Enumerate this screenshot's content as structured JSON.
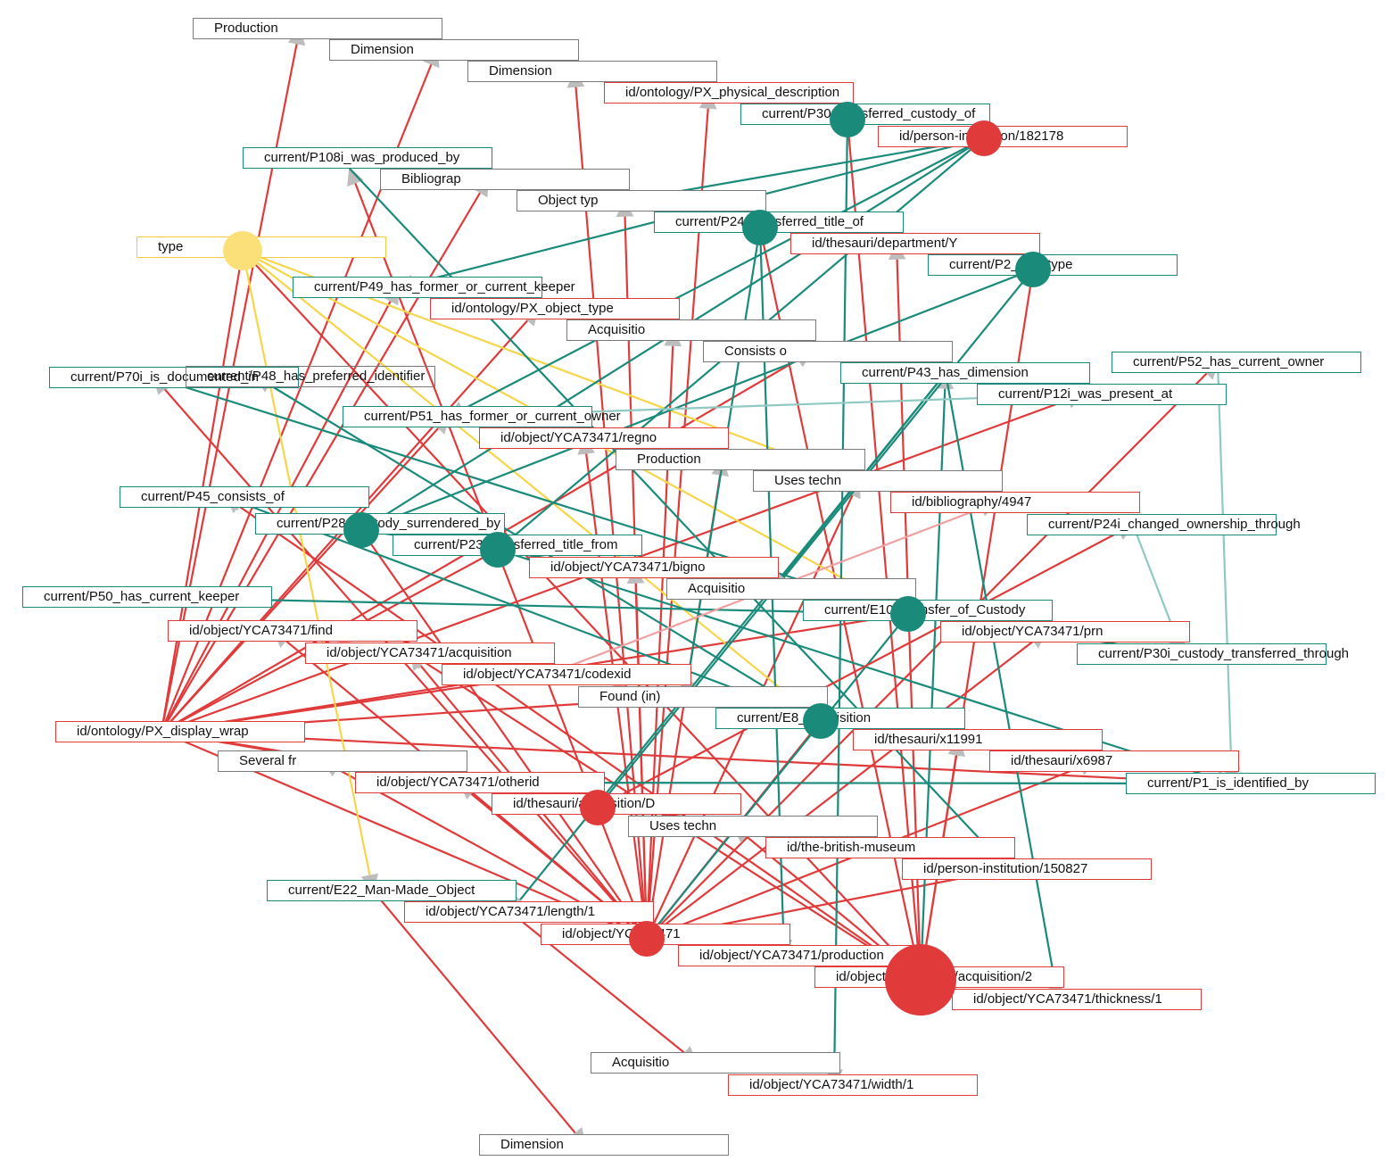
{
  "colors": {
    "teal": "#1a8a7a",
    "teal_light": "#8fc9c2",
    "red": "#e03a3a",
    "red_light": "#f0a0a0",
    "gray": "#7a7a7a",
    "yellow": "#f7d54a",
    "yellow_node": "#fbe07a",
    "arrow": "#bdbdbd"
  },
  "labels": {
    "production_1": "Production",
    "dimension_1": "Dimension",
    "dimension_2": "Dimension",
    "px_physical_description": "id/ontology/PX_physical_description",
    "p30_transferred_custody_of": "current/P30_transferred_custody_of",
    "person_institution_182178": "id/person-institution/182178",
    "p108i_was_produced_by": "current/P108i_was_produced_by",
    "bibliograp": "Bibliograp",
    "object_typ": "Object typ",
    "p24_transferred_title_of": "current/P24_transferred_title_of",
    "type": "type",
    "thesauri_department_y": "id/thesauri/department/Y",
    "p2_has_type": "current/P2_has_type",
    "p49_has_former_or_current_keeper": "current/P49_has_former_or_current_keeper",
    "px_object_type": "id/ontology/PX_object_type",
    "acquisitio_1": "Acquisitio",
    "consists_o": "Consists o",
    "p52_has_current_owner": "current/P52_has_current_owner",
    "p70i_is_documented_in": "current/P70i_is_documented_in",
    "p48_has_preferred_identifier": "current/P48_has_preferred_identifier",
    "p43_has_dimension": "current/P43_has_dimension",
    "p12i_was_present_at": "current/P12i_was_present_at",
    "p51_has_former_or_current_owner": "current/P51_has_former_or_current_owner",
    "regno": "id/object/YCA73471/regno",
    "production_2": "Production",
    "uses_techn_1": "Uses techn",
    "p45_consists_of": "current/P45_consists_of",
    "bibliography_4947": "id/bibliography/4947",
    "p28_custody_surrendered_by": "current/P28_custody_surrendered_by",
    "p24i_changed_ownership_through": "current/P24i_changed_ownership_through",
    "p23_transferred_title_from": "current/P23_transferred_title_from",
    "bigno": "id/object/YCA73471/bigno",
    "acquisitio_2": "Acquisitio",
    "p50_has_current_keeper": "current/P50_has_current_keeper",
    "e10_transfer_of_custody": "current/E10_Transfer_of_Custody",
    "find": "id/object/YCA73471/find",
    "prn": "id/object/YCA73471/prn",
    "acquisition": "id/object/YCA73471/acquisition",
    "p30i_custody_transferred_through": "current/P30i_custody_transferred_through",
    "codexid": "id/object/YCA73471/codexid",
    "found_in": "Found (in)",
    "e8_acquisition": "current/E8_Acquisition",
    "px_display_wrap": "id/ontology/PX_display_wrap",
    "thesauri_x11991": "id/thesauri/x11991",
    "several_fr": "Several fr",
    "thesauri_x6987": "id/thesauri/x6987",
    "otherid": "id/object/YCA73471/otherid",
    "p1_is_identified_by": "current/P1_is_identified_by",
    "thesauri_acquisition_d": "id/thesauri/acquisition/D",
    "uses_techn_2": "Uses techn",
    "the_british_museum": "id/the-british-museum",
    "person_institution_150827": "id/person-institution/150827",
    "e22_man_made_object": "current/E22_Man-Made_Object",
    "length_1": "id/object/YCA73471/length/1",
    "yca73471": "id/object/YCA73471",
    "production": "id/object/YCA73471/production",
    "acquisition_2": "id/object/YCA73471/acquisition/2",
    "thickness_1": "id/object/YCA73471/thickness/1",
    "acquisitio_3": "Acquisitio",
    "width_1": "id/object/YCA73471/width/1",
    "dimension_3": "Dimension"
  },
  "circle_nodes": [
    {
      "key": "p30_transferred_custody_of",
      "color": "teal"
    },
    {
      "key": "person_institution_182178",
      "color": "red"
    },
    {
      "key": "type",
      "color": "yellow_node"
    },
    {
      "key": "p24_transferred_title_of",
      "color": "teal"
    },
    {
      "key": "p2_has_type",
      "color": "teal"
    },
    {
      "key": "p28_custody_surrendered_by",
      "color": "teal"
    },
    {
      "key": "p23_transferred_title_from",
      "color": "teal"
    },
    {
      "key": "e10_transfer_of_custody",
      "color": "teal"
    },
    {
      "key": "e8_acquisition",
      "color": "teal"
    },
    {
      "key": "thesauri_acquisition_d",
      "color": "red"
    },
    {
      "key": "yca73471",
      "color": "red"
    },
    {
      "key": "acquisition_2",
      "color": "red"
    }
  ],
  "edges": [
    {
      "from": "px_display_wrap",
      "to": "production_1",
      "color": "red"
    },
    {
      "from": "px_display_wrap",
      "to": "dimension_1",
      "color": "red"
    },
    {
      "from": "px_display_wrap",
      "to": "px_object_type",
      "color": "red"
    },
    {
      "from": "px_display_wrap",
      "to": "p49_has_former_or_current_keeper",
      "color": "red"
    },
    {
      "from": "px_display_wrap",
      "to": "type",
      "color": "red"
    },
    {
      "from": "px_display_wrap",
      "to": "p51_has_former_or_current_owner",
      "color": "red"
    },
    {
      "from": "px_display_wrap",
      "to": "p12i_was_present_at",
      "color": "red"
    },
    {
      "from": "px_display_wrap",
      "to": "e10_transfer_of_custody",
      "color": "red"
    },
    {
      "from": "px_display_wrap",
      "to": "found_in",
      "color": "red"
    },
    {
      "from": "px_display_wrap",
      "to": "p1_is_identified_by",
      "color": "red"
    },
    {
      "from": "px_display_wrap",
      "to": "the_british_museum",
      "color": "red"
    },
    {
      "from": "px_display_wrap",
      "to": "yca73471",
      "color": "red"
    },
    {
      "from": "px_display_wrap",
      "to": "thesauri_acquisition_d",
      "color": "red"
    },
    {
      "from": "px_display_wrap",
      "to": "p23_transferred_title_from",
      "color": "red"
    },
    {
      "from": "px_display_wrap",
      "to": "bibliograp",
      "color": "red"
    },
    {
      "from": "px_display_wrap",
      "to": "consists_o",
      "color": "red"
    },
    {
      "from": "px_display_wrap",
      "to": "codexid",
      "color": "red"
    },
    {
      "from": "yca73471",
      "to": "px_physical_description",
      "color": "red"
    },
    {
      "from": "yca73471",
      "to": "dimension_2",
      "color": "red"
    },
    {
      "from": "yca73471",
      "to": "object_typ",
      "color": "red"
    },
    {
      "from": "yca73471",
      "to": "acquisitio_1",
      "color": "red"
    },
    {
      "from": "yca73471",
      "to": "p108i_was_produced_by",
      "color": "red"
    },
    {
      "from": "yca73471",
      "to": "p70i_is_documented_in",
      "color": "red"
    },
    {
      "from": "yca73471",
      "to": "p28_custody_surrendered_by",
      "color": "red"
    },
    {
      "from": "yca73471",
      "to": "bigno",
      "color": "red"
    },
    {
      "from": "yca73471",
      "to": "regno",
      "color": "red"
    },
    {
      "from": "yca73471",
      "to": "prn",
      "color": "red"
    },
    {
      "from": "yca73471",
      "to": "thesauri_x6987",
      "color": "red"
    },
    {
      "from": "yca73471",
      "to": "person_institution_150827",
      "color": "red"
    },
    {
      "from": "yca73471",
      "to": "several_fr",
      "color": "red"
    },
    {
      "from": "yca73471",
      "to": "find",
      "color": "red"
    },
    {
      "from": "yca73471",
      "to": "otherid",
      "color": "red"
    },
    {
      "from": "yca73471",
      "to": "production_2",
      "color": "red"
    },
    {
      "from": "yca73471",
      "to": "uses_techn_1",
      "color": "red"
    },
    {
      "from": "yca73471",
      "to": "e8_acquisition",
      "color": "red"
    },
    {
      "from": "yca73471",
      "to": "acquisition",
      "color": "red"
    },
    {
      "from": "yca73471",
      "to": "p52_has_current_owner",
      "color": "red"
    },
    {
      "from": "acquisition_2",
      "to": "p43_has_dimension",
      "color": "teal"
    },
    {
      "from": "acquisition_2",
      "to": "thesauri_department_y",
      "color": "red"
    },
    {
      "from": "acquisition_2",
      "to": "p30_transferred_custody_of",
      "color": "red"
    },
    {
      "from": "acquisition_2",
      "to": "p24_transferred_title_of",
      "color": "red"
    },
    {
      "from": "acquisition_2",
      "to": "type",
      "color": "red"
    },
    {
      "from": "acquisition_2",
      "to": "acquisition",
      "color": "red"
    },
    {
      "from": "acquisition_2",
      "to": "p45_consists_of",
      "color": "red"
    },
    {
      "from": "acquisition_2",
      "to": "p2_has_type",
      "color": "red"
    },
    {
      "from": "acquisition_2",
      "to": "thesauri_x11991",
      "color": "red"
    },
    {
      "from": "acquisition_2",
      "to": "uses_techn_2",
      "color": "red"
    },
    {
      "from": "type",
      "to": "e22_man_made_object",
      "color": "yellow"
    },
    {
      "from": "type",
      "to": "e10_transfer_of_custody",
      "color": "yellow"
    },
    {
      "from": "type",
      "to": "e8_acquisition",
      "color": "yellow"
    },
    {
      "from": "type",
      "to": "uses_techn_1",
      "color": "yellow"
    },
    {
      "from": "person_institution_182178",
      "to": "p49_has_former_or_current_keeper",
      "color": "teal"
    },
    {
      "from": "person_institution_182178",
      "to": "p51_has_former_or_current_owner",
      "color": "teal"
    },
    {
      "from": "person_institution_182178",
      "to": "p28_custody_surrendered_by",
      "color": "teal"
    },
    {
      "from": "person_institution_182178",
      "to": "p23_transferred_title_from",
      "color": "teal"
    },
    {
      "from": "person_institution_182178",
      "to": "object_typ",
      "color": "teal"
    },
    {
      "from": "p30_transferred_custody_of",
      "to": "width_1",
      "color": "teal"
    },
    {
      "from": "p24_transferred_title_of",
      "to": "production",
      "color": "teal"
    },
    {
      "from": "p24_transferred_title_of",
      "to": "found_in",
      "color": "teal"
    },
    {
      "from": "p2_has_type",
      "to": "thesauri_acquisition_d",
      "color": "teal"
    },
    {
      "from": "p2_has_type",
      "to": "p28_custody_surrendered_by",
      "color": "teal"
    },
    {
      "from": "e10_transfer_of_custody",
      "to": "p50_has_current_keeper",
      "color": "teal"
    },
    {
      "from": "e10_transfer_of_custody",
      "to": "yca73471",
      "color": "teal"
    },
    {
      "from": "e10_transfer_of_custody",
      "to": "p70i_is_documented_in",
      "color": "teal"
    },
    {
      "from": "e8_acquisition",
      "to": "p48_has_preferred_identifier",
      "color": "teal"
    },
    {
      "from": "e8_acquisition",
      "to": "p45_consists_of",
      "color": "teal"
    },
    {
      "from": "p28_custody_surrendered_by",
      "to": "p30i_custody_transferred_through",
      "color": "teal"
    },
    {
      "from": "p23_transferred_title_from",
      "to": "p1_is_identified_by",
      "color": "teal"
    },
    {
      "from": "p108i_was_produced_by",
      "to": "person_institution_150827",
      "color": "teal"
    },
    {
      "from": "p43_has_dimension",
      "to": "thickness_1",
      "color": "teal"
    },
    {
      "from": "p43_has_dimension",
      "to": "length_1",
      "color": "teal"
    },
    {
      "from": "p43_has_dimension",
      "to": "acquisitio_2",
      "color": "teal"
    },
    {
      "from": "p52_has_current_owner",
      "to": "p1_is_identified_by",
      "color": "teal_light"
    },
    {
      "from": "p24i_changed_ownership_through",
      "to": "p30i_custody_transferred_through",
      "color": "teal_light"
    },
    {
      "from": "p12i_was_present_at",
      "to": "p51_has_former_or_current_owner",
      "color": "teal_light"
    },
    {
      "from": "length_1",
      "to": "acquisitio_3",
      "color": "red"
    },
    {
      "from": "e22_man_made_object",
      "to": "dimension_3",
      "color": "red"
    },
    {
      "from": "thesauri_acquisition_d",
      "to": "p24i_changed_ownership_through",
      "color": "red"
    },
    {
      "from": "codexid",
      "to": "bibliography_4947",
      "color": "red_light"
    },
    {
      "from": "find",
      "to": "thesauri_x11991",
      "color": "red_light"
    },
    {
      "from": "otherid",
      "to": "p1_is_identified_by",
      "color": "teal"
    }
  ]
}
